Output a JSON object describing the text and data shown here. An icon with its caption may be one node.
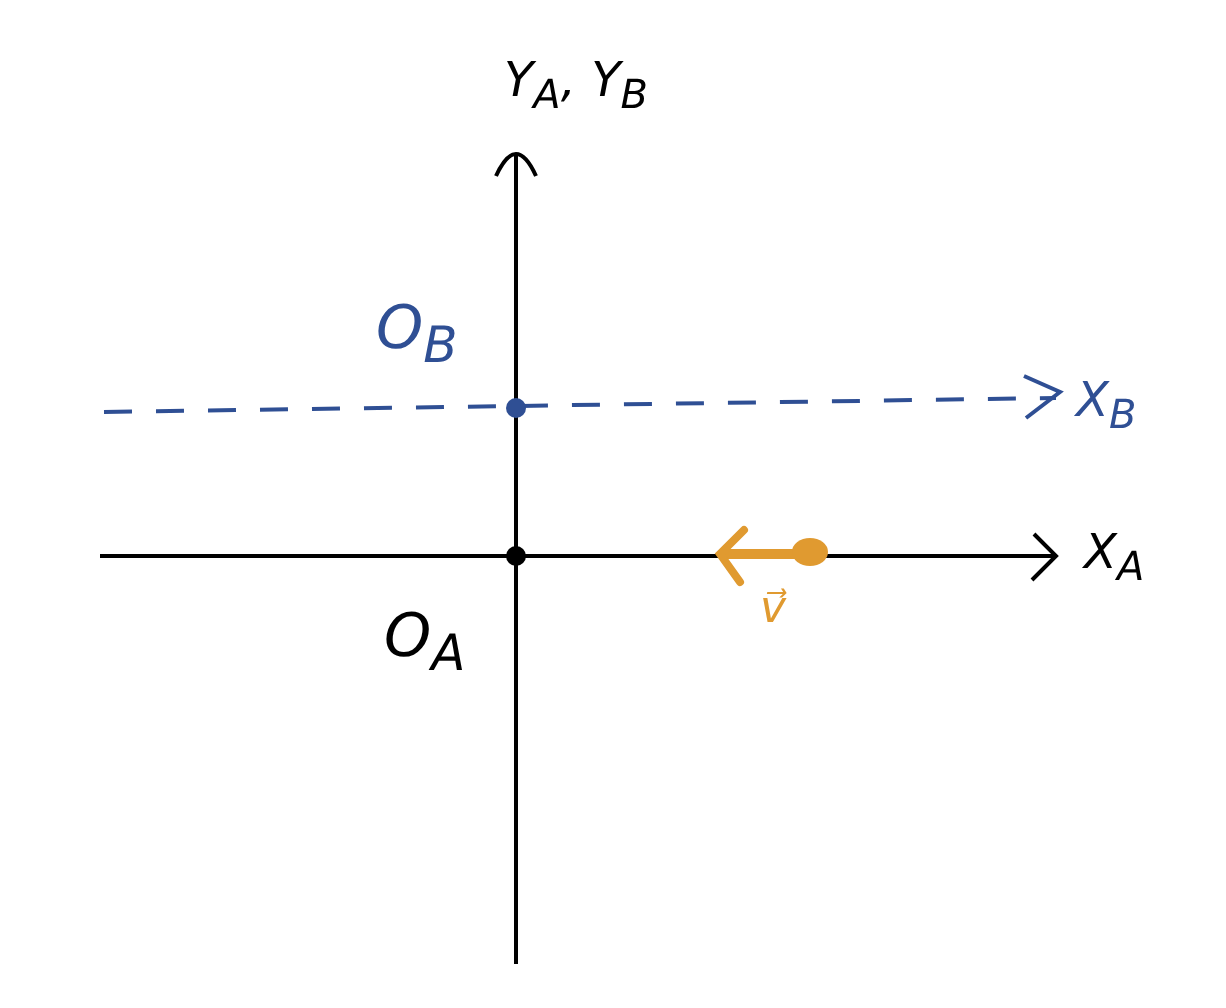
{
  "diagram": {
    "labels": [
      "Y$_{A}$, Y$_{B}$",
      "O$_{B}$",
      "X$_{B}$",
      "X$_{A}$",
      "O$_{A}$",
      "v⃗"
    ]
  }
}
